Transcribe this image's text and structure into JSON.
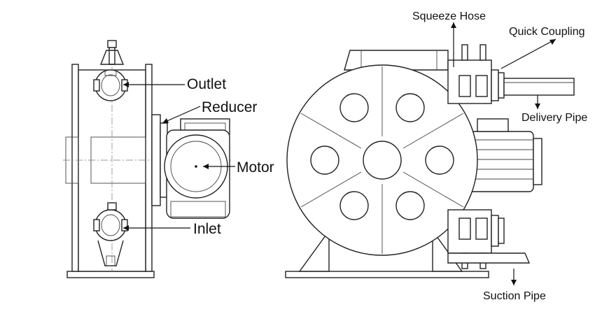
{
  "labels": {
    "outlet": "Outlet",
    "reducer": "Reducer",
    "motor": "Motor",
    "inlet": "Inlet",
    "squeeze_hose": "Squeeze Hose",
    "quick_coupling": "Quick Coupling",
    "delivery_pipe": "Delivery Pipe",
    "suction_pipe": "Suction Pipe"
  }
}
